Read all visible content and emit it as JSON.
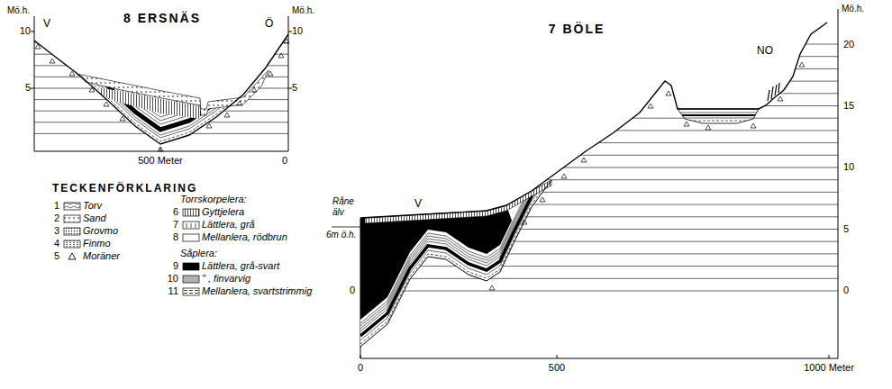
{
  "diagram": {
    "labels": [
      "Mö.h.",
      "10",
      "5",
      "V",
      "8 ERSNÄS",
      "Ö",
      "Mö.h.",
      "10",
      "5",
      "500 Meter",
      "0",
      "TECKENFÖRKLARING",
      "1",
      "2",
      "3",
      "4",
      "5",
      "Torrskorpelera:",
      "6",
      "7",
      "8",
      "Såplera:",
      "9",
      "10",
      "11",
      "7 BÖLE",
      "NO",
      "Mö.h.",
      "20",
      "15",
      "10",
      "5",
      "0",
      "Råne älv",
      "6m ö.h.",
      "V",
      "0",
      "0",
      "500",
      "1000 Meter"
    ],
    "legend": [
      {
        "text": "Torv"
      },
      {
        "text": "Sand"
      },
      {
        "text": "Grovmo"
      },
      {
        "text": "Finmo"
      },
      {
        "text": "Moräner"
      },
      {
        "text": "Gyttjelera"
      },
      {
        "text": "Lättlera, grå"
      },
      {
        "text": "Mellanlera, rödbrun"
      },
      {
        "text": "Lättlera, grå-svart",
        "color": "#000000"
      },
      {
        "text": "\" , finvarvig"
      },
      {
        "text": "Mellanlera, svartstrimmig"
      }
    ]
  }
}
